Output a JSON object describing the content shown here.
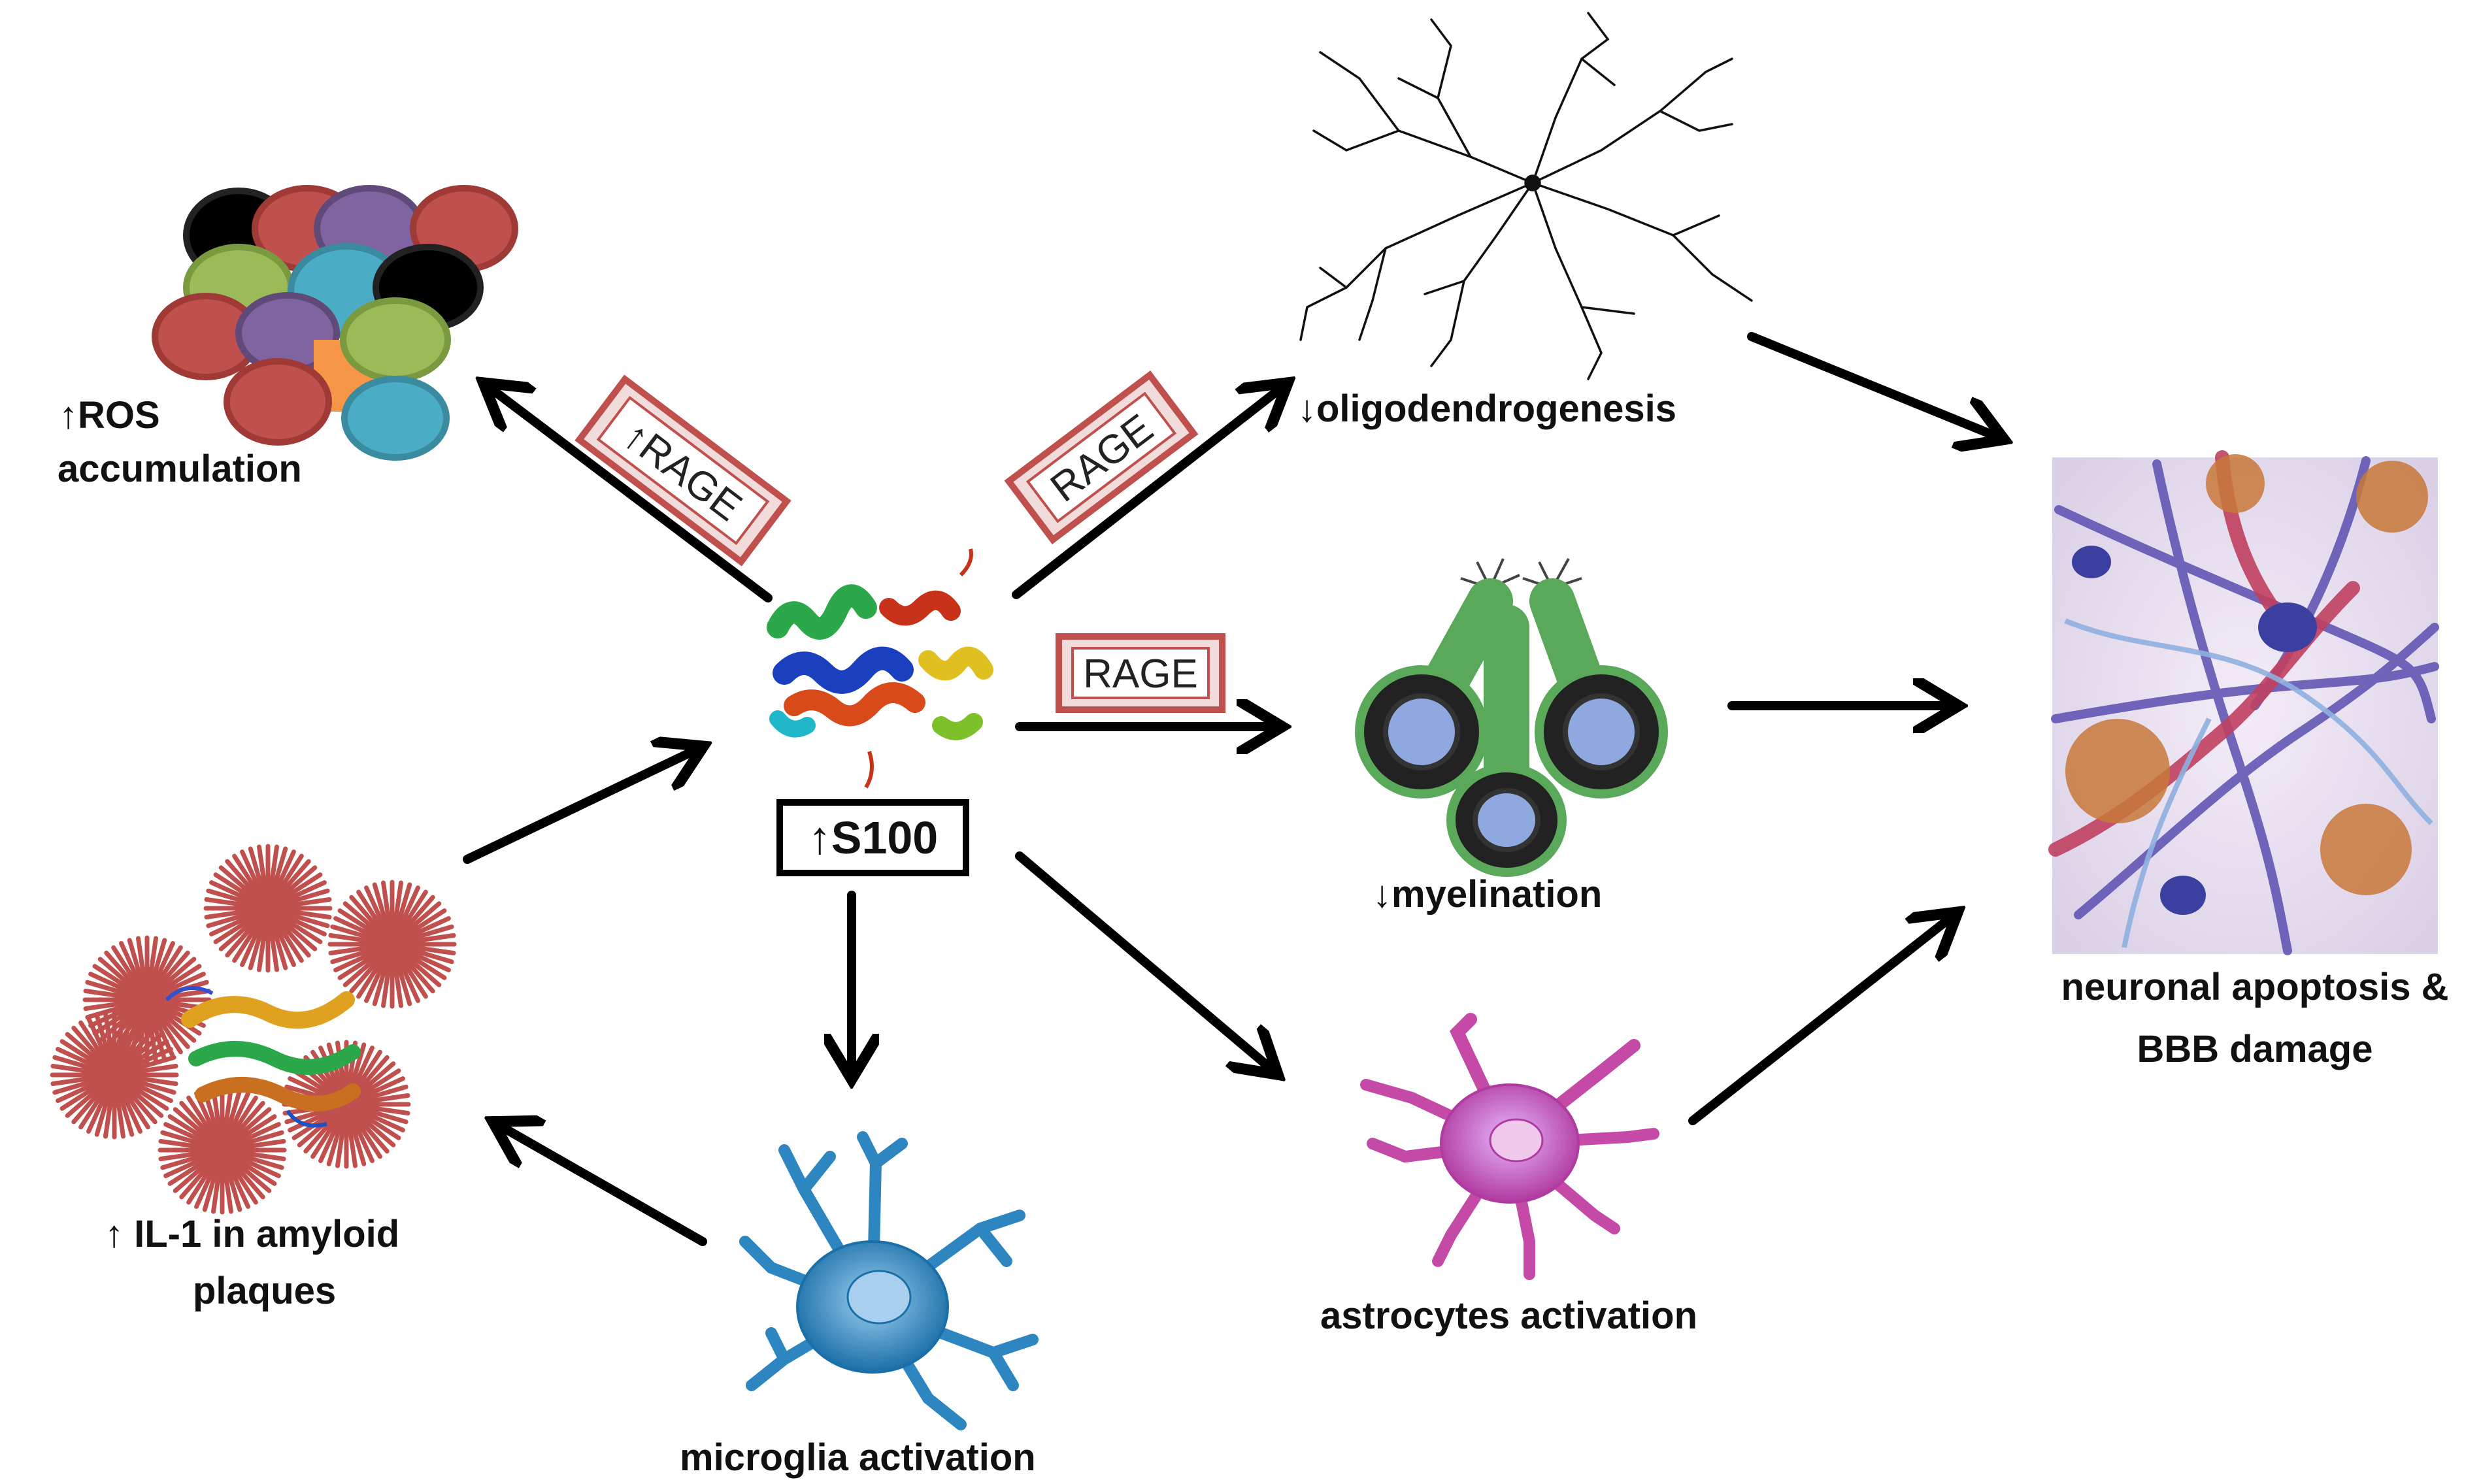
{
  "center": {
    "label": "↑S100",
    "icon": "s100-protein-icon"
  },
  "rage_labels": {
    "ros": "↑RAGE",
    "oligo": "RAGE",
    "myelin": "RAGE"
  },
  "nodes": {
    "ros": {
      "line1": "↑ROS",
      "line2": "accumulation",
      "icon": "ros-cells-icon"
    },
    "oligodendrogenesis": {
      "line1": "↓oligodendrogenesis",
      "icon": "oligodendrocyte-icon"
    },
    "myelination": {
      "line1": "↓myelination",
      "icon": "myelinated-axon-icon"
    },
    "astrocytes": {
      "line1": "astrocytes activation",
      "icon": "astrocyte-icon"
    },
    "microglia": {
      "line1": "microglia activation",
      "icon": "microglia-icon"
    },
    "il1": {
      "line1": "↑ IL-1 in amyloid",
      "line2": "plaques",
      "icon": "amyloid-plaques-icon"
    },
    "neuronal": {
      "line1": "neuronal apoptosis &",
      "line2": "BBB damage",
      "icon": "neuron-network-icon"
    }
  },
  "colors": {
    "arrow": "#000000",
    "rage_border": "#c0504d",
    "rage_fill": "#f2dcdb",
    "ros_red": "#c0504d",
    "ros_purple": "#8064a2",
    "ros_green": "#9bbb59",
    "ros_cyan": "#4bacc6",
    "ros_orange": "#f79646",
    "amyloid_red": "#c0504d",
    "astrocyte_pink": "#d04fb6",
    "microglia_blue": "#2e86c1",
    "myelin_green": "#5aa85a"
  }
}
